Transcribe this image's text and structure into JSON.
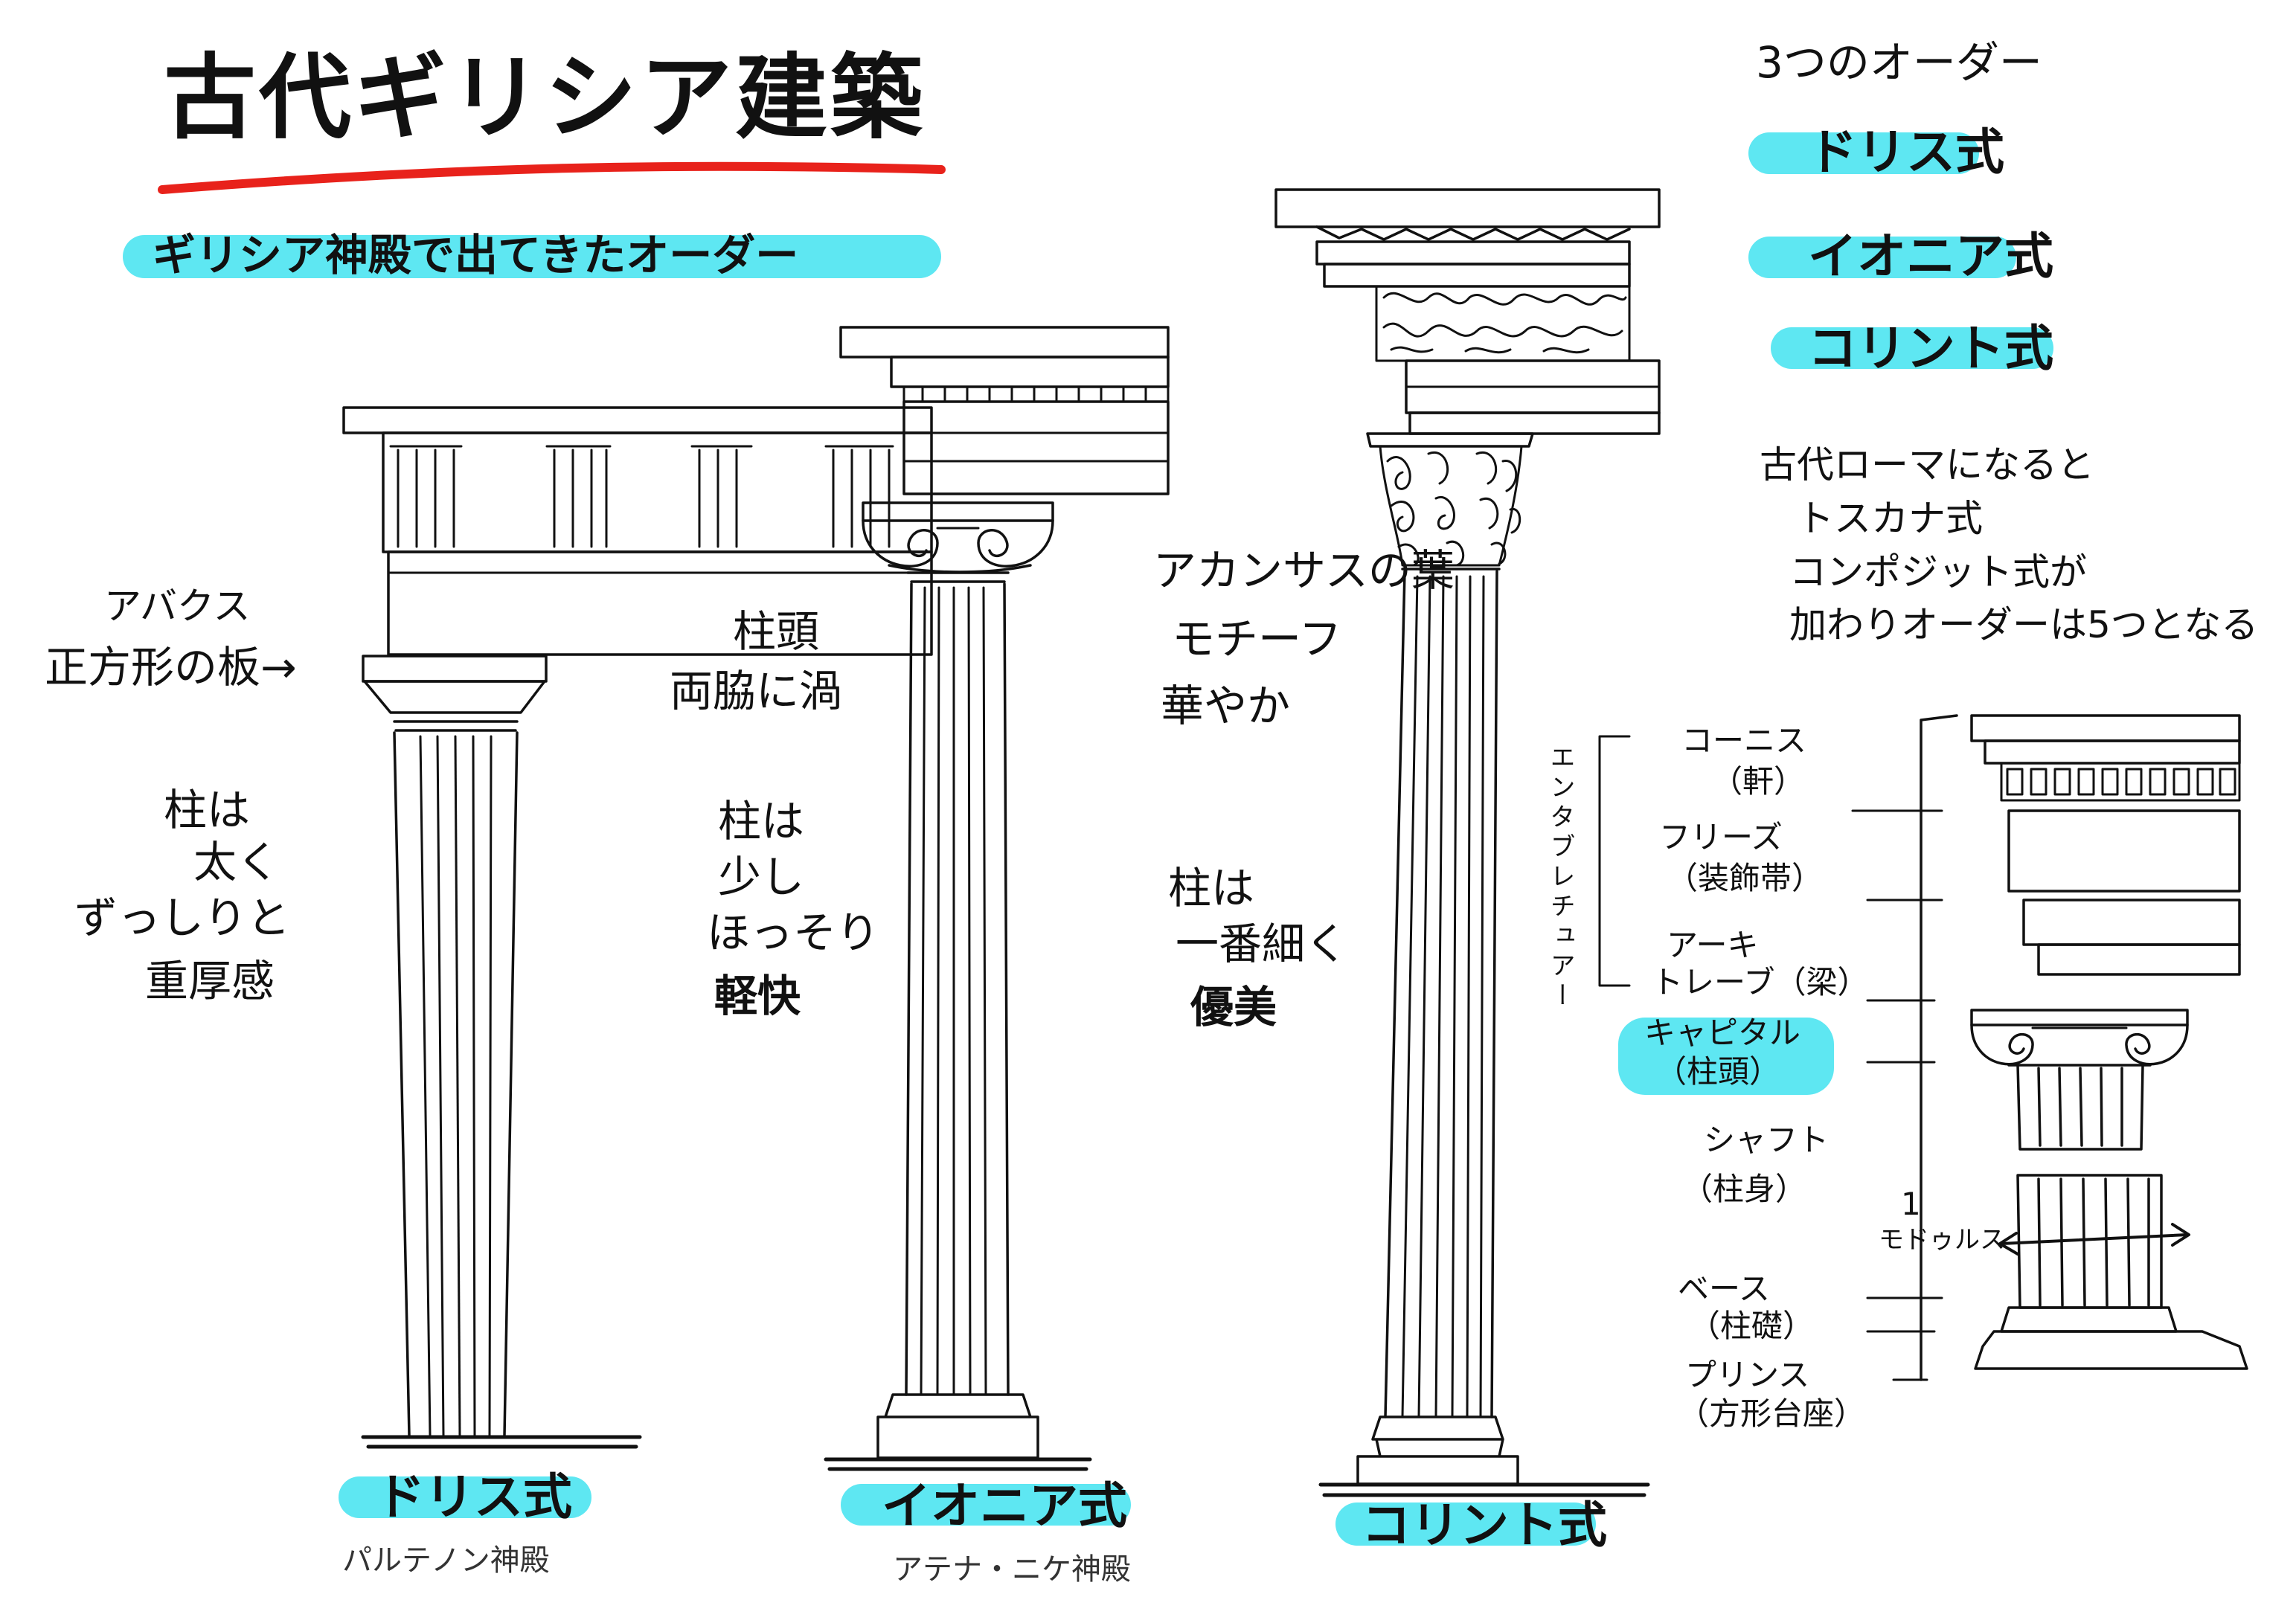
{
  "title": "古代ギリシア建築",
  "subtitle": "ギリシア神殿で出てきたオーダー",
  "colors": {
    "highlight": "#5ee7f2",
    "underline": "#e8221b",
    "ink": "#111111"
  },
  "orders_box": {
    "heading": "3つのオーダー",
    "items": [
      "ドリス式",
      "イオニア式",
      "コリント式"
    ],
    "note_lines": [
      "古代ローマになると",
      "トスカナ式",
      "コンポジット式が",
      "加わりオーダーは5つとなる"
    ]
  },
  "doric": {
    "label": "ドリス式",
    "temple": "パルテノン神殿",
    "abacus_lines": [
      "アバクス",
      "正方形の板→"
    ],
    "desc_lines": [
      "柱は",
      "太く",
      "ずっしりと",
      "重厚感"
    ]
  },
  "ionic": {
    "label": "イオニア式",
    "temple": "アテナ・ニケ神殿",
    "capital_lines": [
      "柱頭",
      "両脇に渦"
    ],
    "desc_lines": [
      "柱は",
      "少し",
      "ほっそり",
      "軽快"
    ]
  },
  "corinthian": {
    "label": "コリント式",
    "acanthus_lines": [
      "アカンサスの葉",
      "モチーフ",
      "華やか"
    ],
    "desc_lines": [
      "柱は",
      "一番細く",
      "優美"
    ]
  },
  "anatomy": {
    "entablature": "エンタブレチュアー",
    "parts": [
      {
        "name": "コーニス",
        "sub": "（軒）"
      },
      {
        "name": "フリーズ",
        "sub": "（装飾帯）"
      },
      {
        "name": "アーキ",
        "sub": "トレーブ（梁）"
      },
      {
        "name": "キャピタル",
        "sub": "（柱頭）"
      },
      {
        "name": "シャフト",
        "sub": "（柱身）"
      },
      {
        "name": "ベース",
        "sub": "（柱礎）"
      },
      {
        "name": "プリンス",
        "sub": "（方形台座）"
      }
    ],
    "module_number": "1",
    "module_label": "モドゥルス"
  }
}
